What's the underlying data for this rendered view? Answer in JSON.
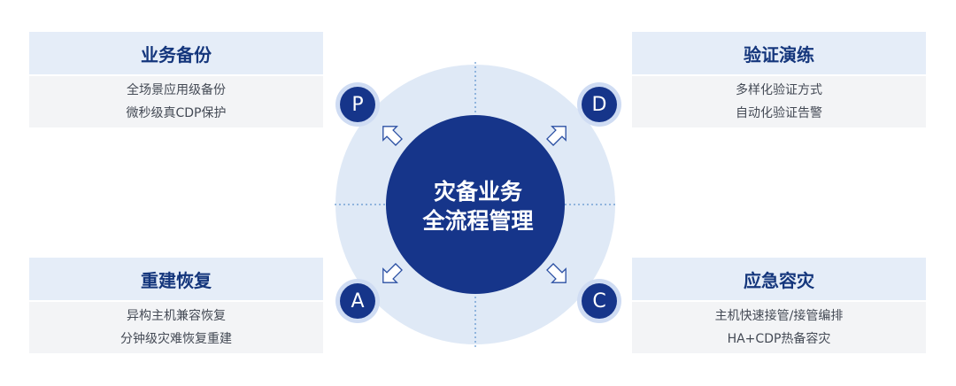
{
  "center": {
    "line1": "灾备业务",
    "line2": "全流程管理"
  },
  "badges": {
    "p": "P",
    "d": "D",
    "a": "A",
    "c": "C"
  },
  "cards": {
    "top_left": {
      "title": "业务备份",
      "line1": "全场景应用级备份",
      "line2": "微秒级真CDP保护"
    },
    "top_right": {
      "title": "验证演练",
      "line1": "多样化验证方式",
      "line2": "自动化验证告警"
    },
    "bottom_left": {
      "title": "重建恢复",
      "line1": "异构主机兼容恢复",
      "line2": "分钟级灾难恢复重建"
    },
    "bottom_right": {
      "title": "应急容灾",
      "line1": "主机快速接管/接管编排",
      "line2": "HA+CDP热备容灾"
    }
  },
  "colors": {
    "dark_blue": "#16358a",
    "title_blue": "#14367c",
    "ring_light": "#dfe9f6",
    "card_head_bg": "#e5edf8",
    "card_body_bg": "#f3f4f6"
  },
  "icons": {
    "arrows": "hollow-arrow-icon"
  }
}
